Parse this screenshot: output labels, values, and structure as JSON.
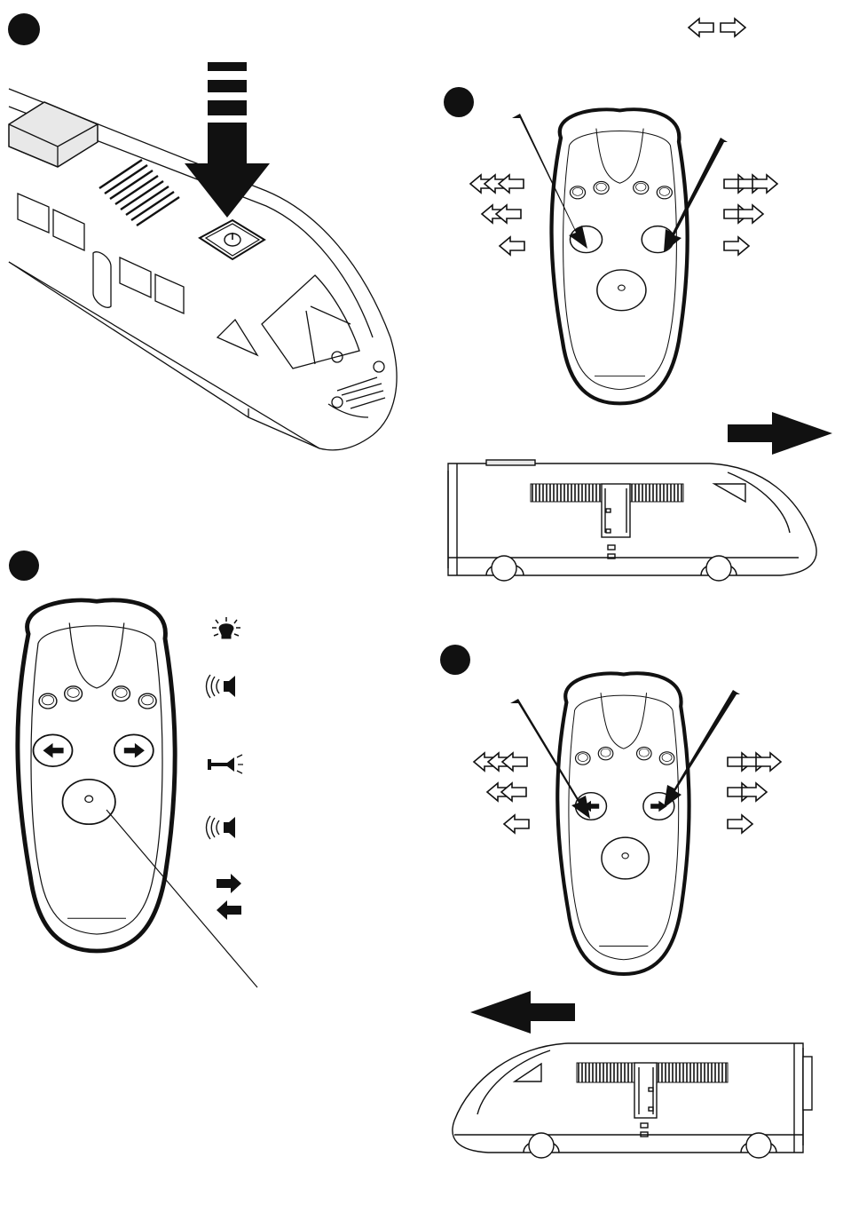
{
  "manual_page": {
    "steps": [
      {
        "id": 1,
        "label": ""
      },
      {
        "id": 2,
        "label": ""
      },
      {
        "id": 3,
        "label": ""
      },
      {
        "id": 4,
        "label": ""
      }
    ],
    "legend": [
      {
        "icon": "light-bulb-icon"
      },
      {
        "icon": "speaker-sound-icon"
      },
      {
        "icon": "horn-icon"
      },
      {
        "icon": "speaker-sound-icon"
      },
      {
        "icon": "direction-arrows-icon"
      }
    ],
    "speed_indicators": {
      "levels": 3
    },
    "colors": {
      "ink": "#1a1a1a",
      "paper": "#ffffff",
      "fill_gray": "#e8e8e8"
    }
  }
}
